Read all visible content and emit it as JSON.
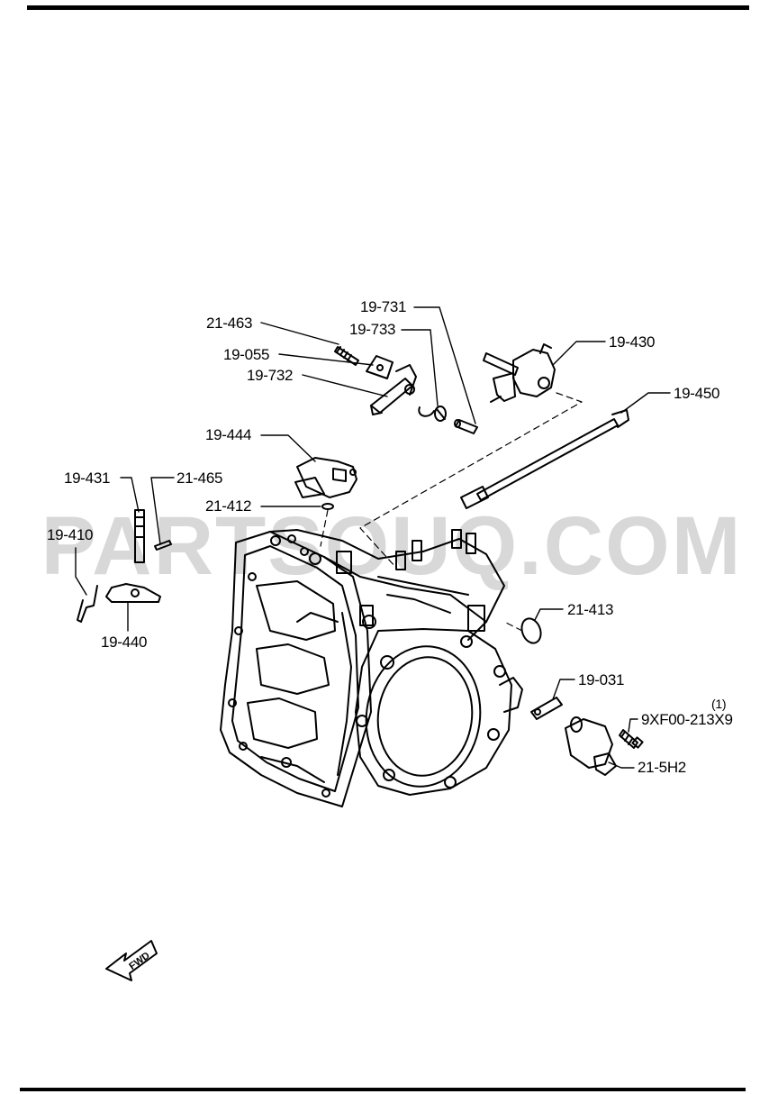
{
  "watermark": "PARTSOUQ.COM",
  "fwd_label": "FWD",
  "callouts": {
    "c19_731": "19-731",
    "c21_463": "21-463",
    "c19_733": "19-733",
    "c19_430": "19-430",
    "c19_055": "19-055",
    "c19_732": "19-732",
    "c19_450": "19-450",
    "c19_444": "19-444",
    "c19_431": "19-431",
    "c21_465": "21-465",
    "c21_412": "21-412",
    "c19_410": "19-410",
    "c19_440": "19-440",
    "c21_413": "21-413",
    "c19_031": "19-031",
    "bolt_qty": "(1)",
    "bolt": "9XF00-213X9",
    "c21_5h2": "21-5H2"
  }
}
